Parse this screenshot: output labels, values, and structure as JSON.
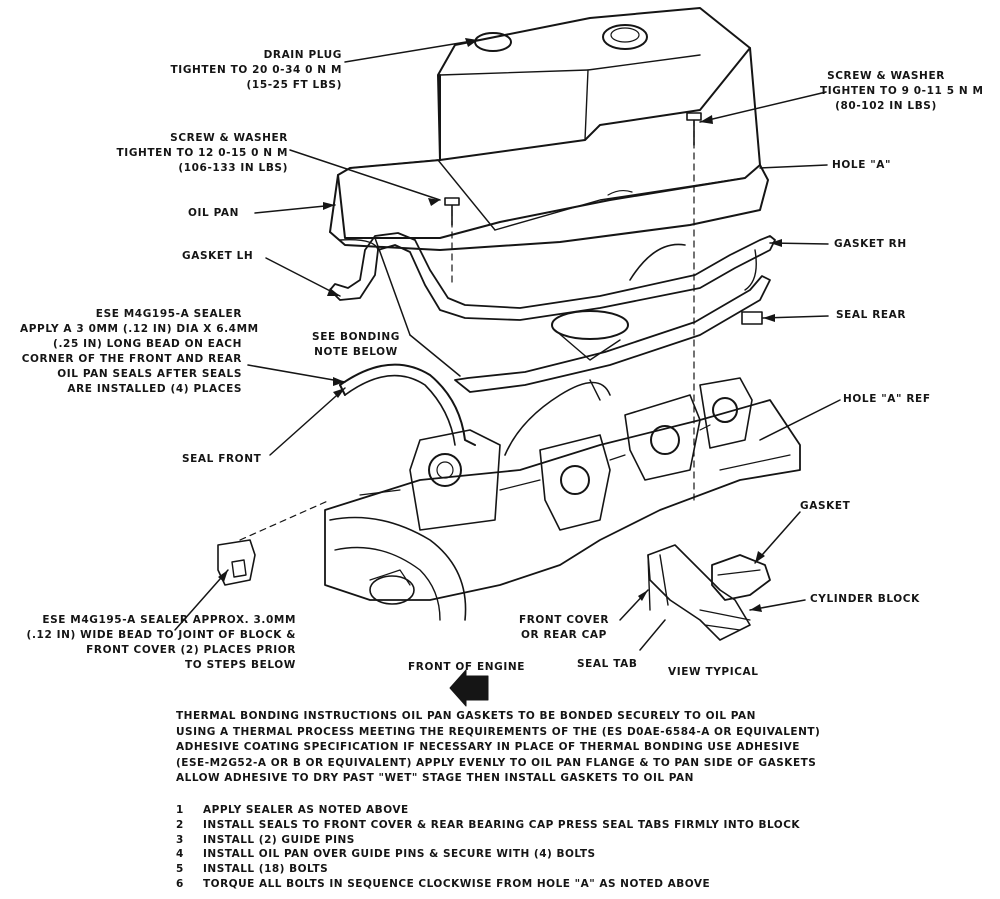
{
  "callouts": {
    "drain_plug": [
      "DRAIN PLUG",
      "TIGHTEN TO 20 0-34 0 N m",
      "(15-25 FT LBS)"
    ],
    "screw_washer_left": [
      "SCREW & WASHER",
      "TIGHTEN TO 12 0-15 0 N m",
      "(106-133 IN LBS)"
    ],
    "screw_washer_right": [
      "SCREW & WASHER",
      "TIGHTEN TO 9 0-11 5 N m",
      "(80-102 IN LBS)"
    ],
    "oil_pan": "OIL PAN",
    "hole_a": "HOLE \"A\"",
    "gasket_lh": "GASKET LH",
    "gasket_rh": "GASKET RH",
    "seal_rear": "SEAL REAR",
    "see_bonding": [
      "SEE BONDING",
      "NOTE BELOW"
    ],
    "sealer_corner": [
      "ESE M4G195-A SEALER",
      "APPLY A 3 0mm (.12 IN) DIA X 6.4mm",
      "(.25 IN) LONG BEAD ON EACH",
      "CORNER OF THE FRONT AND REAR",
      "OIL PAN SEALS AFTER SEALS",
      "ARE INSTALLED (4) PLACES"
    ],
    "hole_a_ref": "HOLE \"A\" REF",
    "seal_front": "SEAL FRONT",
    "gasket": "GASKET",
    "cylinder_block": "CYLINDER BLOCK",
    "front_cover": [
      "FRONT COVER",
      "OR REAR CAP"
    ],
    "seal_tab": "SEAL TAB",
    "view_typical": "VIEW TYPICAL",
    "front_of_engine": "FRONT OF ENGINE",
    "sealer_joint": [
      "ESE M4G195-A SEALER APPROX. 3.0mm",
      "(.12 IN) WIDE BEAD TO JOINT OF BLOCK &",
      "FRONT COVER (2) PLACES PRIOR",
      "TO STEPS BELOW"
    ]
  },
  "notes": {
    "paragraph": [
      "THERMAL BONDING INSTRUCTIONS  OIL PAN GASKETS TO BE BONDED SECURELY TO OIL PAN",
      "USING A THERMAL PROCESS MEETING THE REQUIREMENTS OF THE (ES D0AE-6584-A OR EQUIVALENT)",
      "ADHESIVE COATING SPECIFICATION  IF NECESSARY IN PLACE OF THERMAL BONDING USE ADHESIVE",
      "(ESE-M2G52-A OR B OR EQUIVALENT) APPLY EVENLY TO OIL PAN FLANGE & TO PAN SIDE OF GASKETS",
      "ALLOW ADHESIVE TO DRY PAST \"WET\" STAGE THEN INSTALL GASKETS TO OIL PAN"
    ],
    "steps": [
      {
        "n": "1",
        "text": "APPLY SEALER AS NOTED ABOVE"
      },
      {
        "n": "2",
        "text": "INSTALL SEALS TO FRONT COVER & REAR BEARING CAP  PRESS SEAL TABS  FIRMLY INTO BLOCK"
      },
      {
        "n": "3",
        "text": "INSTALL (2) GUIDE PINS"
      },
      {
        "n": "4",
        "text": "INSTALL OIL PAN OVER GUIDE PINS & SECURE WITH (4) BOLTS"
      },
      {
        "n": "5",
        "text": "INSTALL (18) BOLTS"
      },
      {
        "n": "6",
        "text": "TORQUE ALL BOLTS IN SEQUENCE CLOCKWISE FROM HOLE \"A\" AS NOTED ABOVE"
      }
    ]
  }
}
